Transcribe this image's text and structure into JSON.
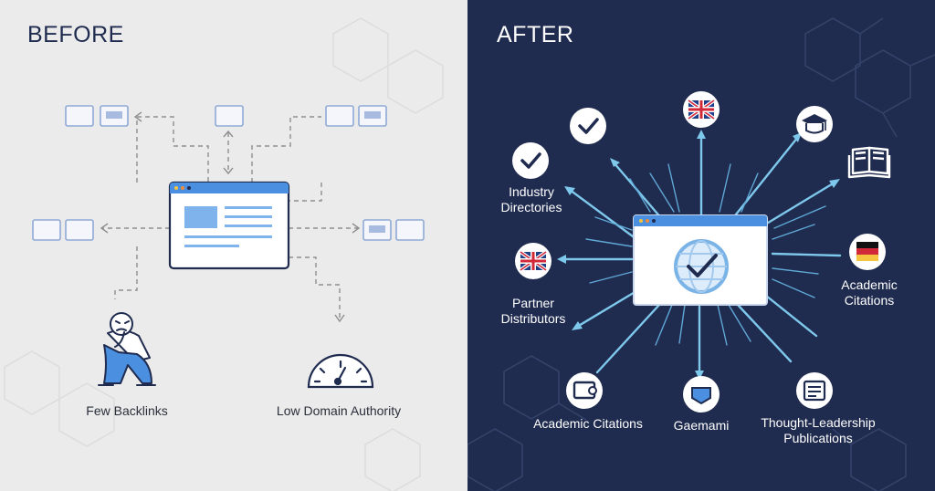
{
  "before": {
    "heading": "BEFORE",
    "labels": {
      "few_backlinks": "Few Backlinks",
      "low_domain_authority": "Low Domain Authority"
    }
  },
  "after": {
    "heading": "AFTER",
    "labels": {
      "industry_directories": "Industry\nDirectories",
      "partner_distributors": "Partner\nDistributors",
      "academic_citations_right": "Academic\nCitations",
      "academic_citations_bottom": "Academic Citations",
      "gaemami": "Gaemami",
      "thought_leadership": "Thought-Leadership\nPublications"
    }
  },
  "colors": {
    "before_bg": "#ebebeb",
    "after_bg": "#1f2b4f",
    "accent_blue": "#4a8fe0",
    "arrow_light_blue": "#7ec8ec",
    "navy": "#1f2b4f"
  },
  "icons": [
    "checkmark-icon",
    "uk-flag-icon",
    "graduation-cap-icon",
    "open-book-icon",
    "german-flag-icon",
    "certificate-icon",
    "badge-icon",
    "publication-icon",
    "globe-check-icon",
    "worried-person-icon",
    "speedometer-icon"
  ]
}
